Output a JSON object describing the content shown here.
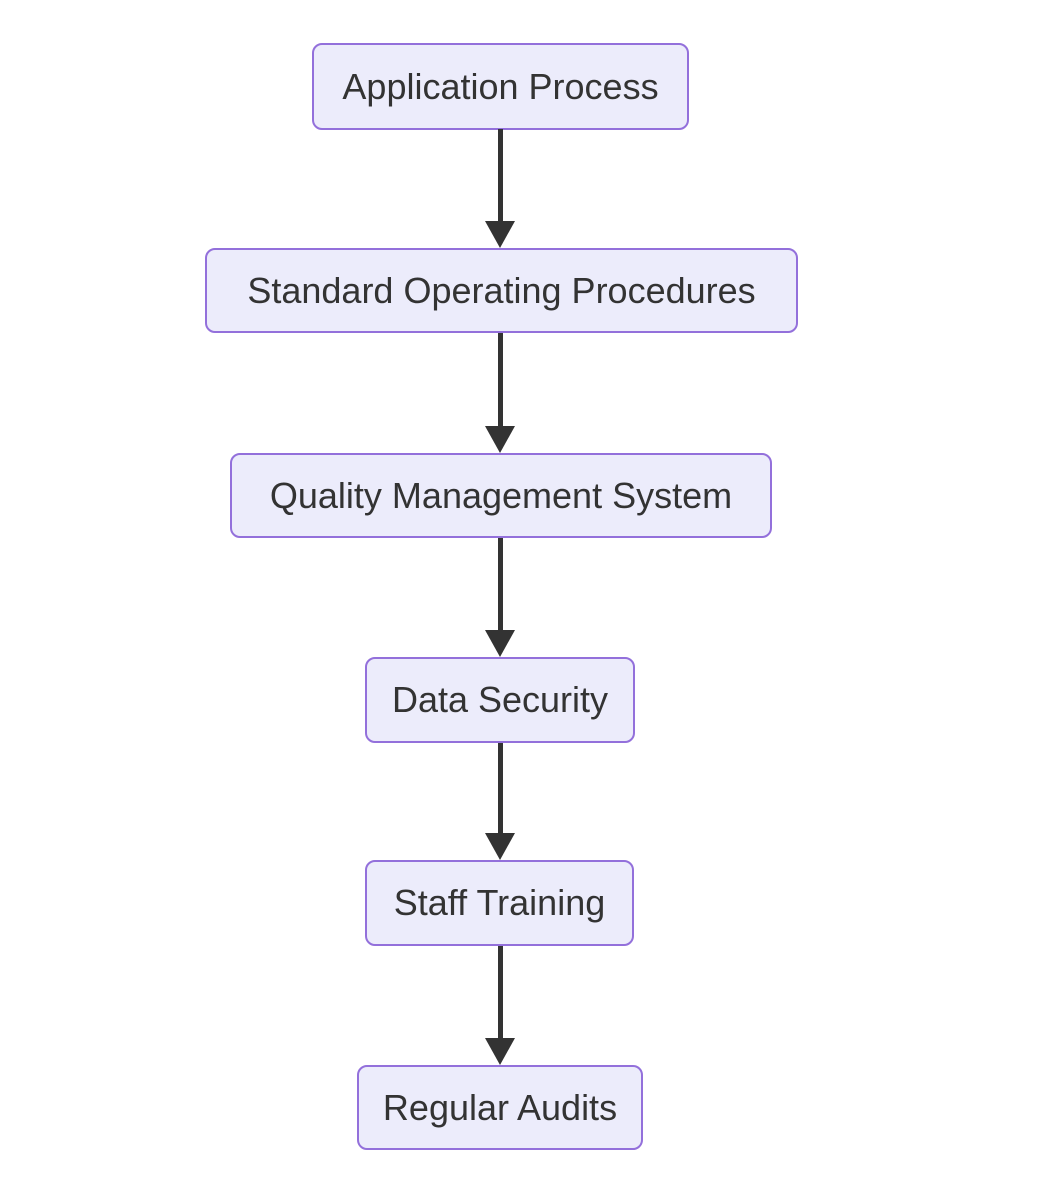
{
  "diagram": {
    "type": "flowchart",
    "direction": "top-down",
    "nodes": [
      {
        "id": "application-process",
        "label": "Application Process"
      },
      {
        "id": "standard-operating-procedures",
        "label": "Standard Operating Procedures"
      },
      {
        "id": "quality-management-system",
        "label": "Quality Management System"
      },
      {
        "id": "data-security",
        "label": "Data Security"
      },
      {
        "id": "staff-training",
        "label": "Staff Training"
      },
      {
        "id": "regular-audits",
        "label": "Regular Audits"
      }
    ],
    "edges": [
      {
        "from": "application-process",
        "to": "standard-operating-procedures"
      },
      {
        "from": "standard-operating-procedures",
        "to": "quality-management-system"
      },
      {
        "from": "quality-management-system",
        "to": "data-security"
      },
      {
        "from": "data-security",
        "to": "staff-training"
      },
      {
        "from": "staff-training",
        "to": "regular-audits"
      }
    ],
    "colors": {
      "node_fill": "#ECECFB",
      "node_border": "#9370DB",
      "node_text": "#333333",
      "arrow": "#333333",
      "background": "#FFFFFF"
    }
  }
}
